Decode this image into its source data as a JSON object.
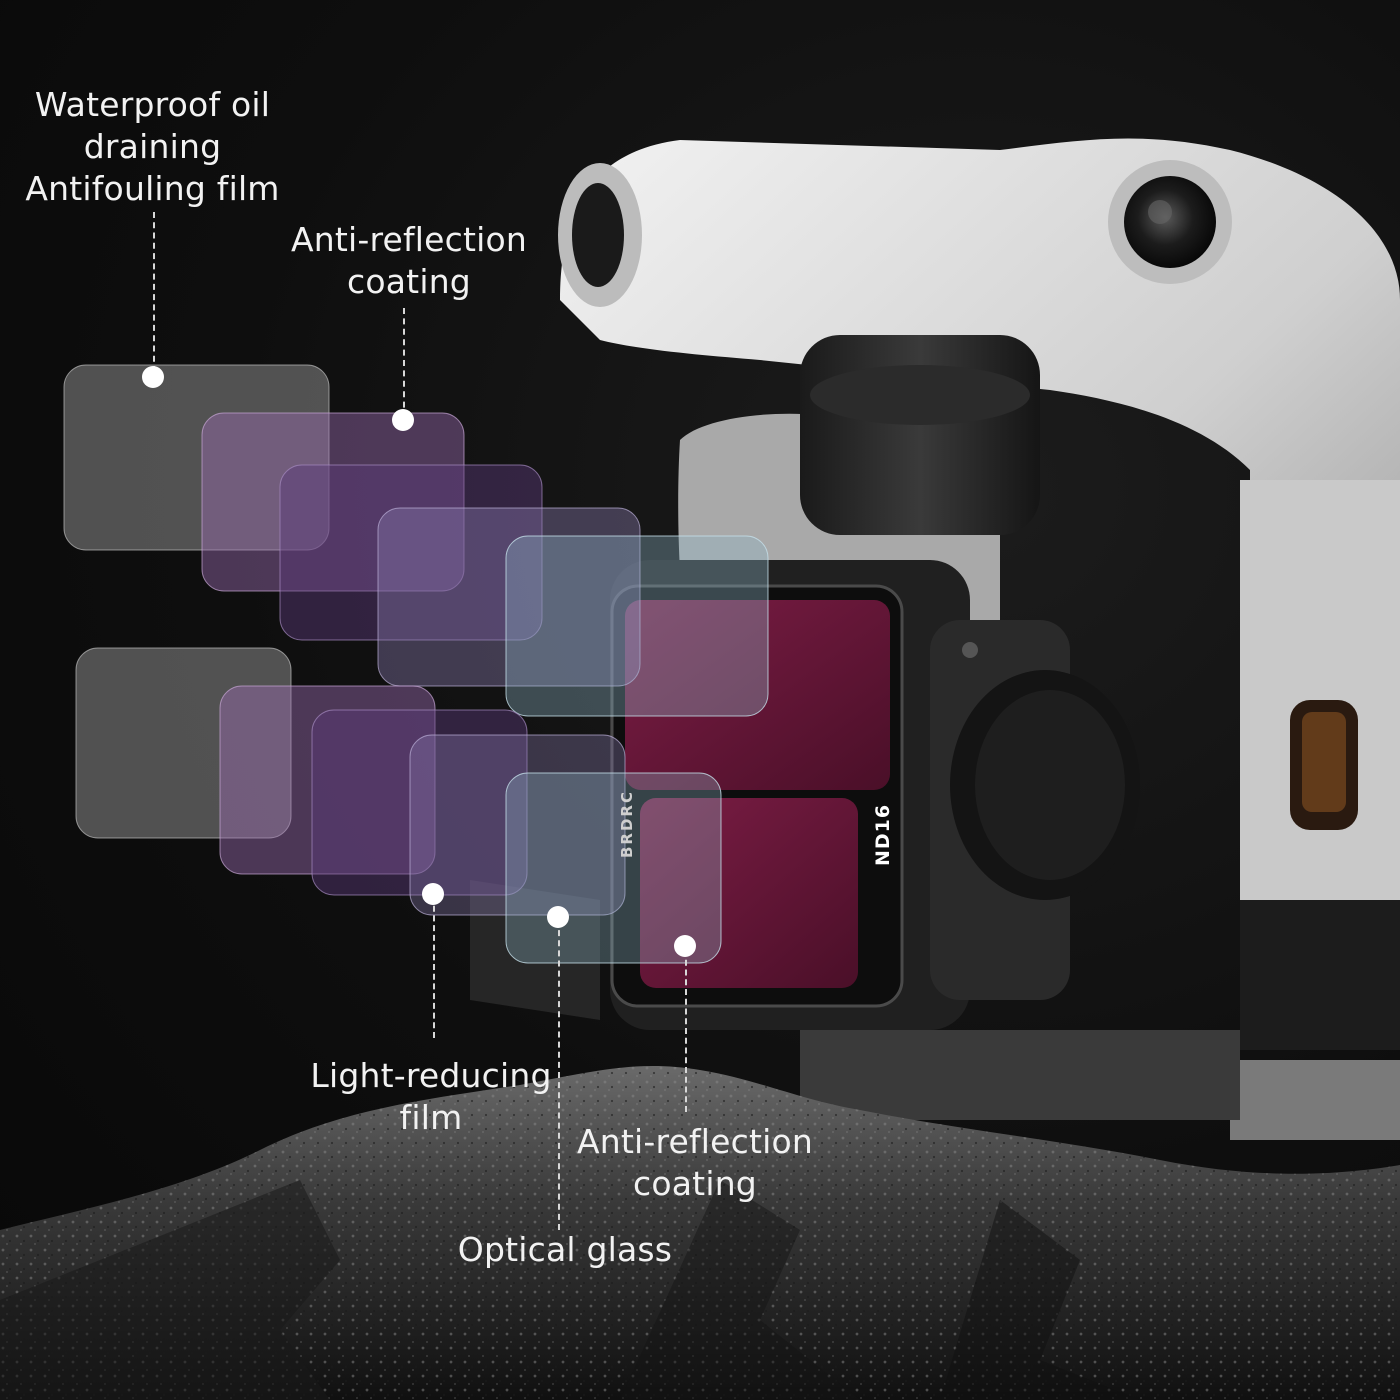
{
  "callouts": {
    "waterproof": {
      "lines": [
        "Waterproof oil",
        "draining",
        "Antifouling film"
      ]
    },
    "anti_reflection_top": {
      "lines": [
        "Anti-reflection",
        "coating"
      ]
    },
    "light_reducing": {
      "lines": [
        "Light-reducing",
        "film"
      ]
    },
    "anti_reflection_bottom": {
      "lines": [
        "Anti-reflection",
        "coating"
      ]
    },
    "optical_glass": {
      "lines": [
        "Optical glass"
      ]
    }
  },
  "filter_markings": {
    "brand": "BRDRC",
    "strength": "ND16"
  },
  "colors": {
    "filter_glass": "#6e1a3c",
    "film_purple": "#7a4a9a",
    "film_teal": "#8fb8c8",
    "drone_body": "#d9d9d9"
  }
}
